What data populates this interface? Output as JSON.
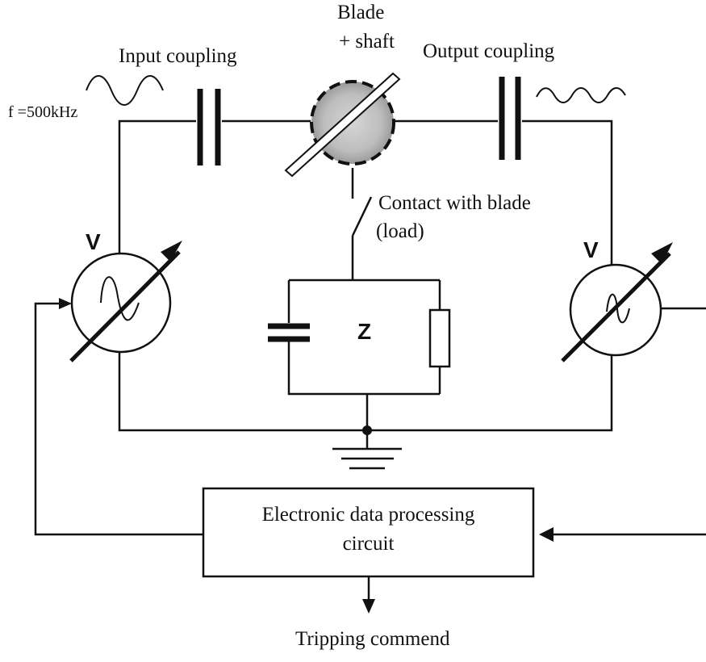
{
  "labels": {
    "blade": "Blade",
    "shaft": "+ shaft",
    "input_coupling": "Input coupling",
    "output_coupling": "Output coupling",
    "frequency": "f =500kHz",
    "contact": "Contact with blade",
    "load": "(load)",
    "v_left": "V",
    "v_right": "V",
    "impedance": "Z",
    "processing_line1": "Electronic data processing",
    "processing_line2": "circuit",
    "tripping": "Tripping commend"
  }
}
